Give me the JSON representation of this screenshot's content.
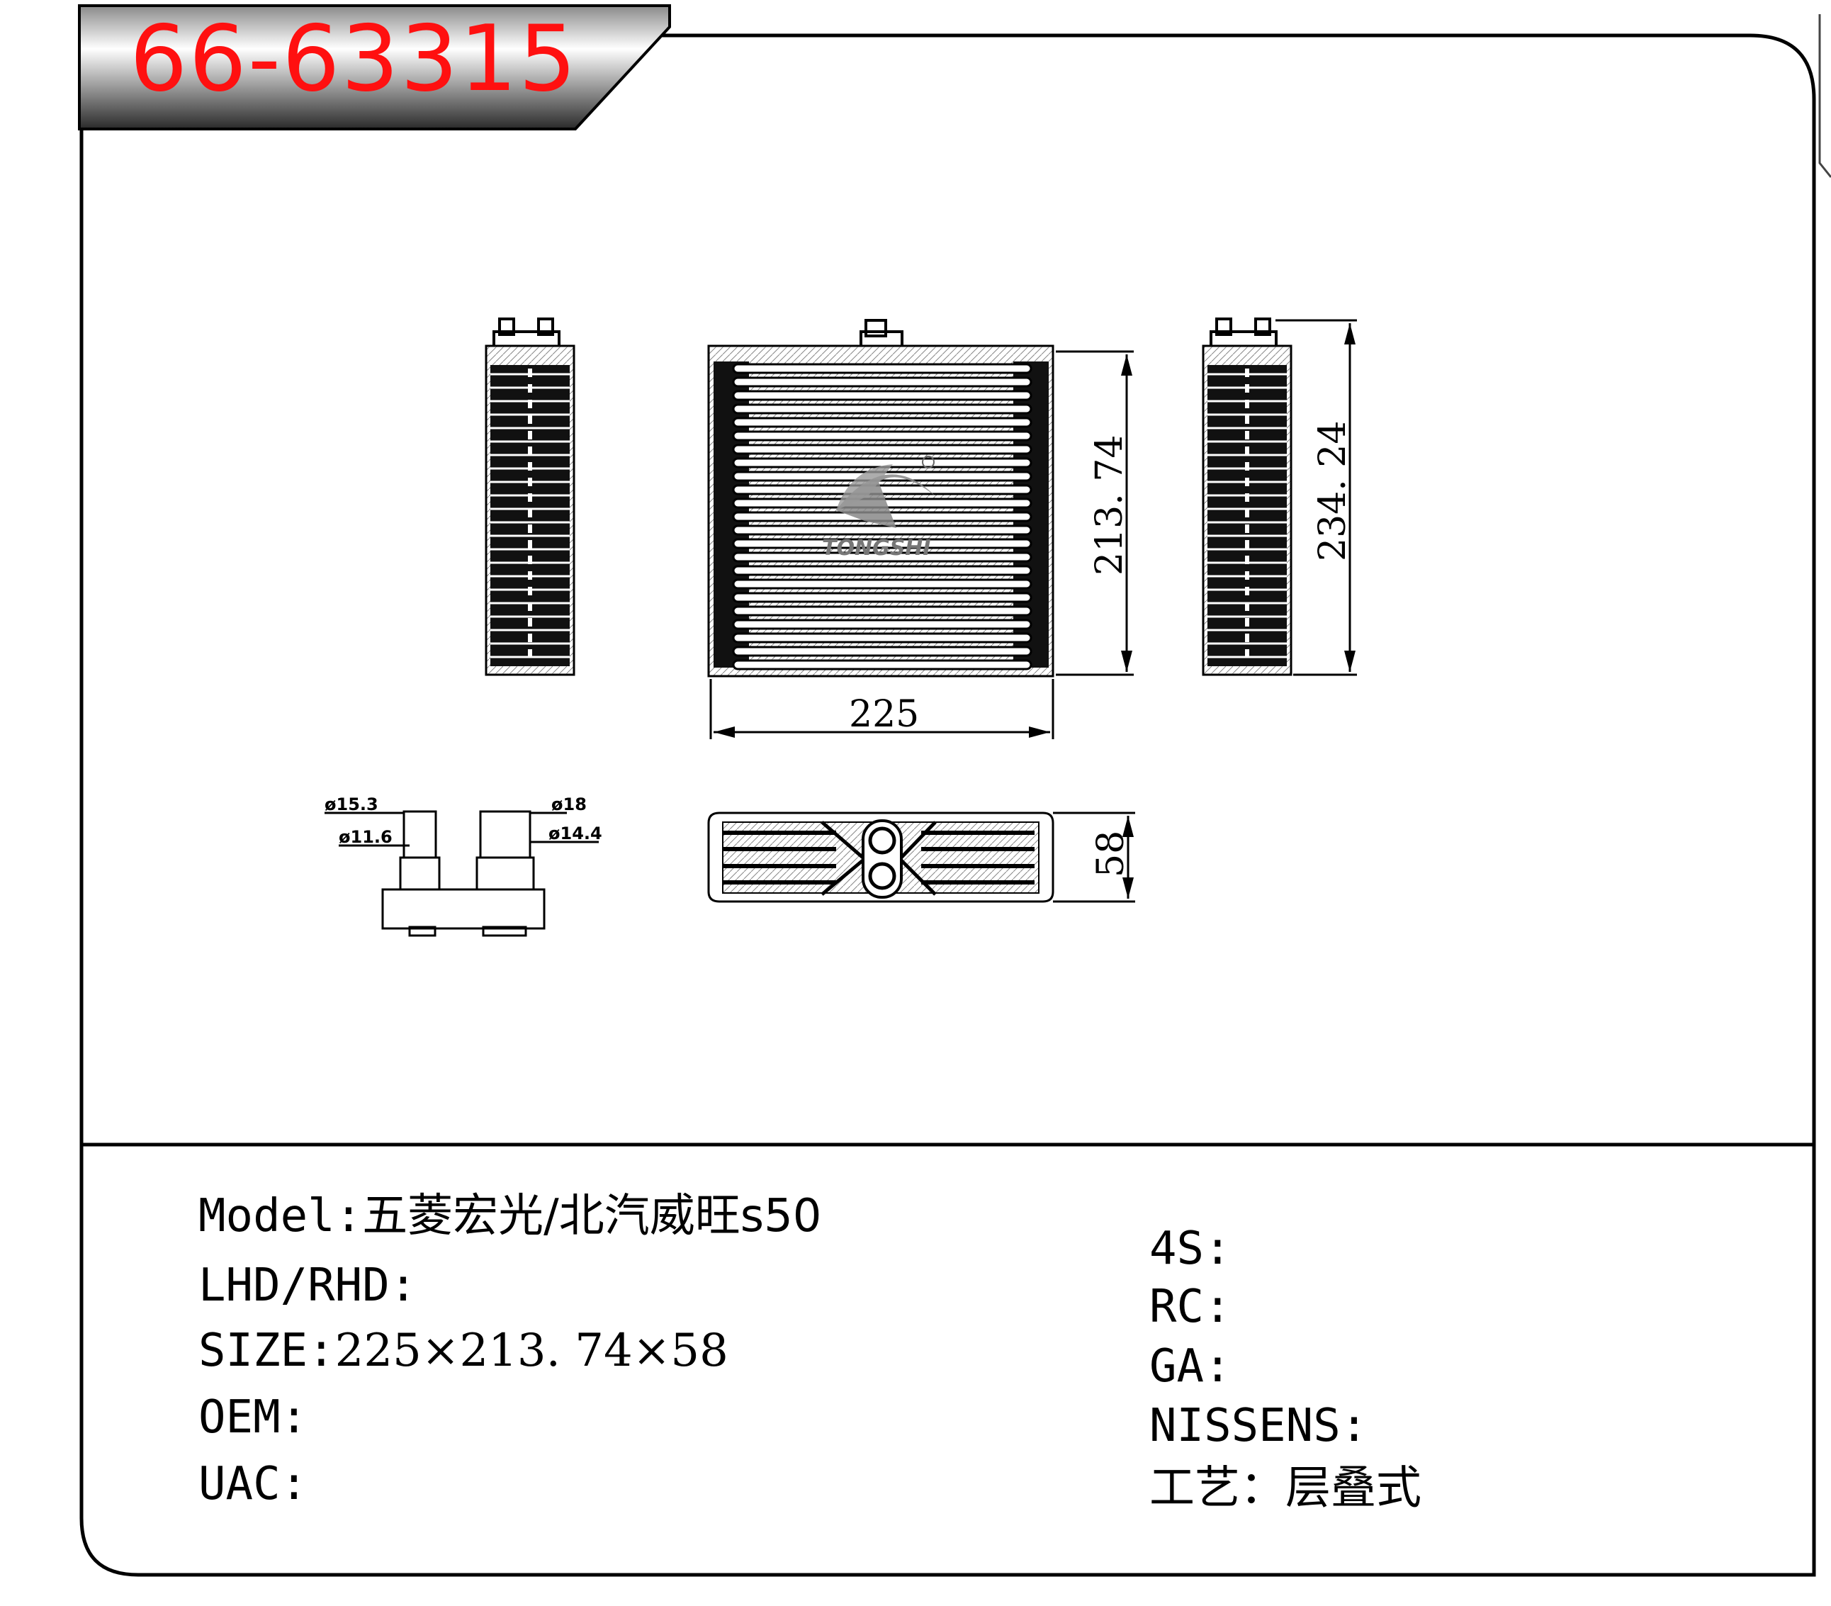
{
  "part_number": "66-63315",
  "logo": {
    "text": "TONGSHI"
  },
  "dimensions": {
    "width": "225",
    "height": "213. 74",
    "height_total": "234. 24",
    "depth": "58"
  },
  "fittings": {
    "left_outer": "ø15.3",
    "left_inner": "ø11.6",
    "right_outer": "ø18",
    "right_inner": "ø14.4"
  },
  "specs_left": [
    {
      "label": "Model:",
      "value": "五菱宏光/北汽威旺s50"
    },
    {
      "label": "LHD/RHD:",
      "value": ""
    },
    {
      "label": "SIZE:",
      "value": "225×213. 74×58"
    },
    {
      "label": "OEM:",
      "value": ""
    },
    {
      "label": "UAC:",
      "value": ""
    }
  ],
  "specs_right": [
    {
      "label": "4S:",
      "value": ""
    },
    {
      "label": "RC:",
      "value": ""
    },
    {
      "label": "GA:",
      "value": ""
    },
    {
      "label": "NISSENS:",
      "value": ""
    },
    {
      "label": "工艺：",
      "value": "层叠式"
    }
  ],
  "colors": {
    "title": "#ff1010",
    "frame": "#000000"
  }
}
